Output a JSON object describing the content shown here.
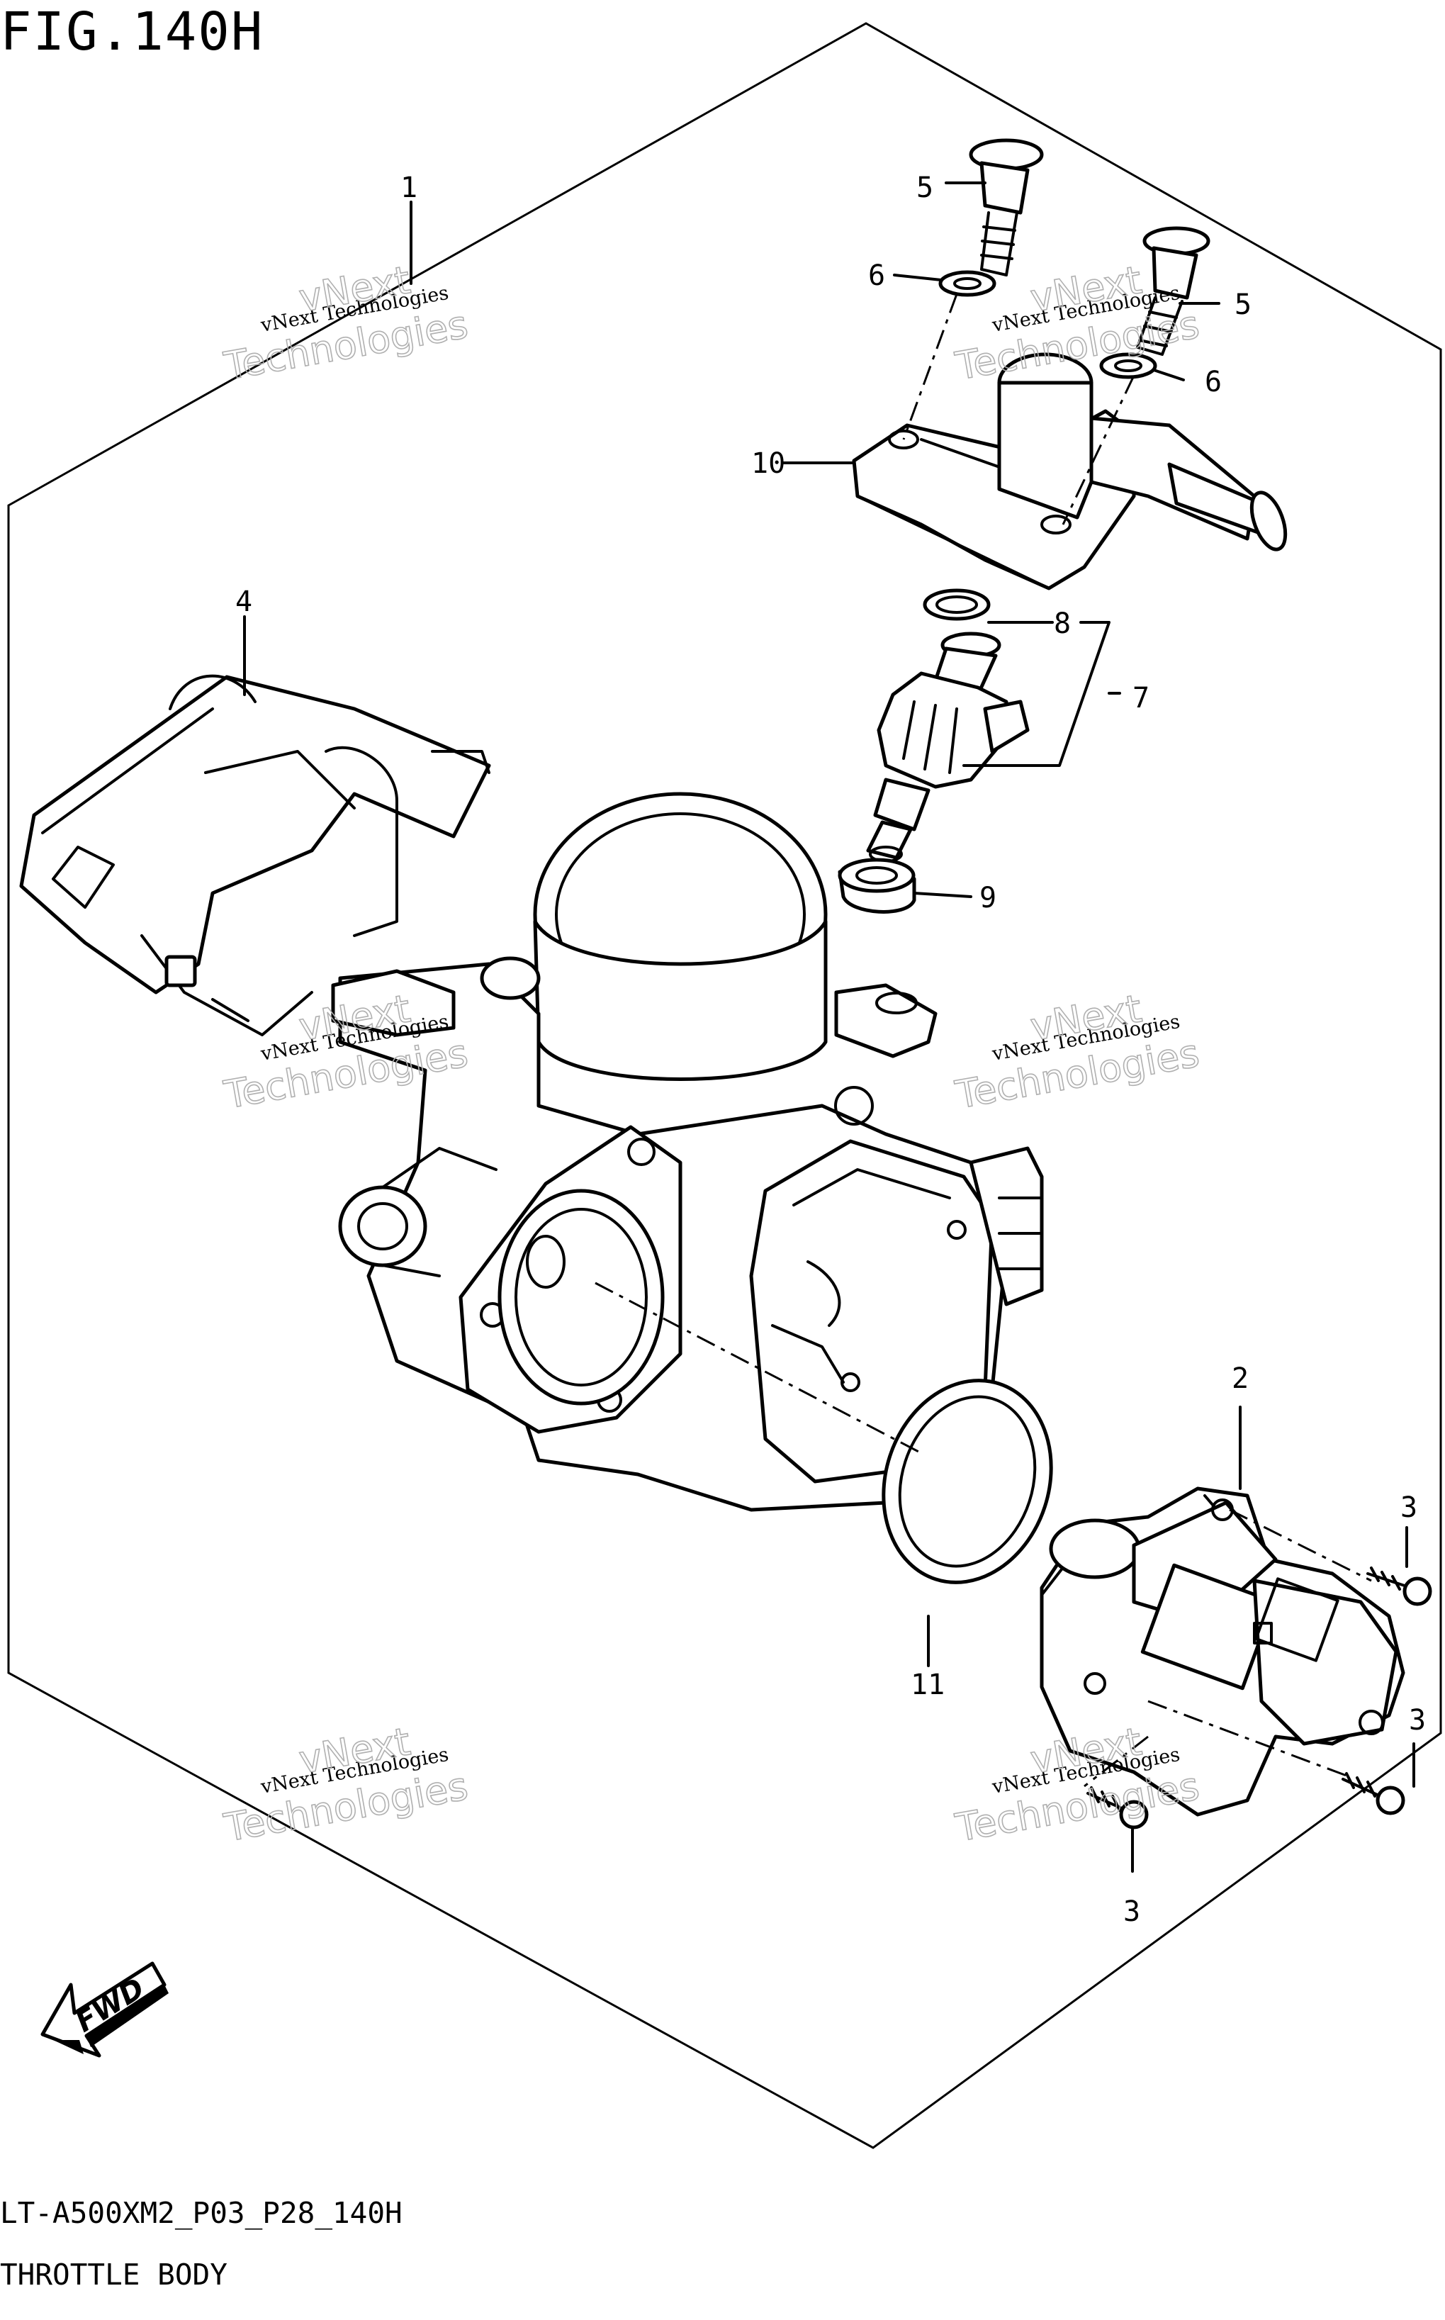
{
  "figure": {
    "title": "FIG.140H",
    "model_code": "LT-A500XM2_P03_P28_140H",
    "caption": "THROTTLE BODY"
  },
  "callouts": [
    {
      "id": "callout-1",
      "label": "1"
    },
    {
      "id": "callout-2",
      "label": "2"
    },
    {
      "id": "callout-3a",
      "label": "3"
    },
    {
      "id": "callout-3b",
      "label": "3"
    },
    {
      "id": "callout-3c",
      "label": "3"
    },
    {
      "id": "callout-4",
      "label": "4"
    },
    {
      "id": "callout-5a",
      "label": "5"
    },
    {
      "id": "callout-5b",
      "label": "5"
    },
    {
      "id": "callout-6a",
      "label": "6"
    },
    {
      "id": "callout-6b",
      "label": "6"
    },
    {
      "id": "callout-7",
      "label": "7"
    },
    {
      "id": "callout-8",
      "label": "8"
    },
    {
      "id": "callout-9",
      "label": "9"
    },
    {
      "id": "callout-10",
      "label": "10"
    },
    {
      "id": "callout-11",
      "label": "11"
    }
  ],
  "watermark": {
    "line1": "vNext Technologies",
    "line2": "vNext",
    "line3": "Technologies"
  },
  "fwd_arrow": {
    "label": "FWD"
  }
}
